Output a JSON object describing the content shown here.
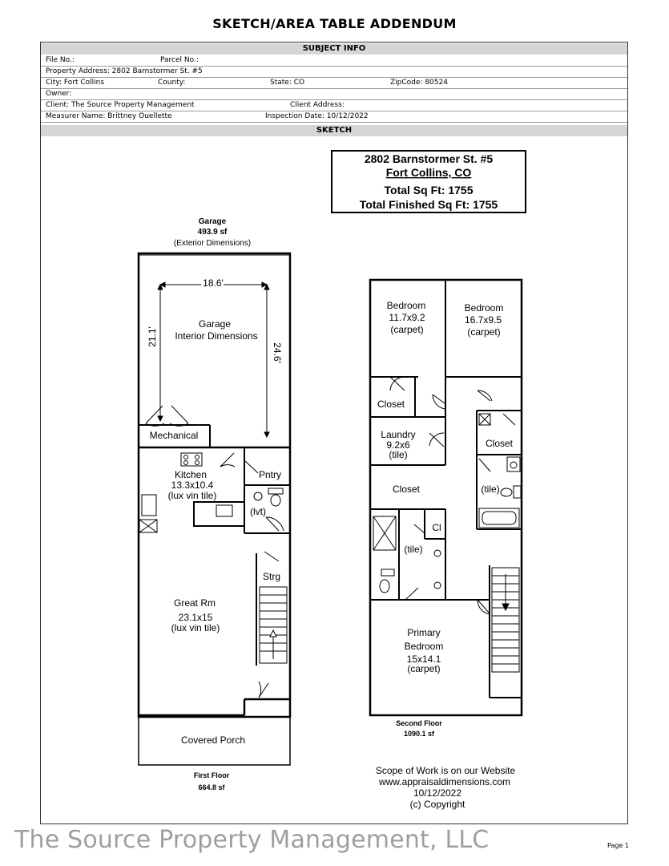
{
  "header": {
    "title": "SKETCH/AREA TABLE ADDENDUM"
  },
  "subject_info": {
    "heading": "SUBJECT INFO",
    "file_no": "File No.:",
    "parcel_no": "Parcel No.:",
    "property_address": "Property Address: 2802 Barnstormer St. #5",
    "city": "City: Fort Collins",
    "county": "County:",
    "state": "State: CO",
    "zip": "ZipCode: 80524",
    "owner": "Owner:",
    "client": "Client: The Source Property Management",
    "client_address": "Client Address:",
    "measurer": "Measurer Name: Brittney Ouellette",
    "inspection_date": "Inspection Date: 10/12/2022"
  },
  "sketch": {
    "heading": "SKETCH",
    "summary": {
      "address": "2802 Barnstormer St. #5",
      "city": "Fort Collins, CO",
      "total_sqft": "Total Sq Ft:  1755",
      "total_finished": "Total Finished Sq Ft:  1755"
    },
    "garage": {
      "title": "Garage",
      "area": "493.9 sf",
      "note": "(Exterior Dimensions)",
      "width": "18.6'",
      "depth_left": "21.1'",
      "depth_right": "24.6'",
      "interior_1": "Garage",
      "interior_2": "Interior Dimensions"
    },
    "first_floor": {
      "mechanical": "Mechanical",
      "kitchen": "Kitchen",
      "kitchen_dim": "13.3x10.4",
      "kitchen_floor": "(lux vin tile)",
      "pantry": "Pntry",
      "lavatory": "(lvt)",
      "storage": "Strg",
      "great_room": "Great Rm",
      "great_room_dim": "23.1x15",
      "great_room_floor": "(lux vin tile)",
      "porch": "Covered Porch",
      "floor_name": "First Floor",
      "floor_area": "664.8 sf"
    },
    "second_floor": {
      "bedroom1": "Bedroom",
      "bedroom1_dim": "11.7x9.2",
      "bedroom1_floor": "(carpet)",
      "bedroom2": "Bedroom",
      "bedroom2_dim": "16.7x9.5",
      "bedroom2_floor": "(carpet)",
      "closet_a": "Closet",
      "closet_b": "Closet",
      "laundry": "Laundry",
      "laundry_dim": "9.2x6",
      "laundry_floor": "(tile)",
      "bath_upper": "(tile)",
      "closet_c": "Closet",
      "cl": "Cl",
      "bath_lower": "(tile)",
      "primary": "Primary",
      "primary_2": "Bedroom",
      "primary_dim": "15x14.1",
      "primary_floor": "(carpet)",
      "floor_name": "Second Floor",
      "floor_area": "1090.1 sf"
    },
    "scope": {
      "line1": "Scope of Work is on our Website",
      "line2": "www.appraisaldimensions.com",
      "line3": "10/12/2022",
      "line4": "(c) Copyright"
    }
  },
  "footer": {
    "watermark": "The Source Property Management, LLC",
    "page": "Page 1"
  }
}
